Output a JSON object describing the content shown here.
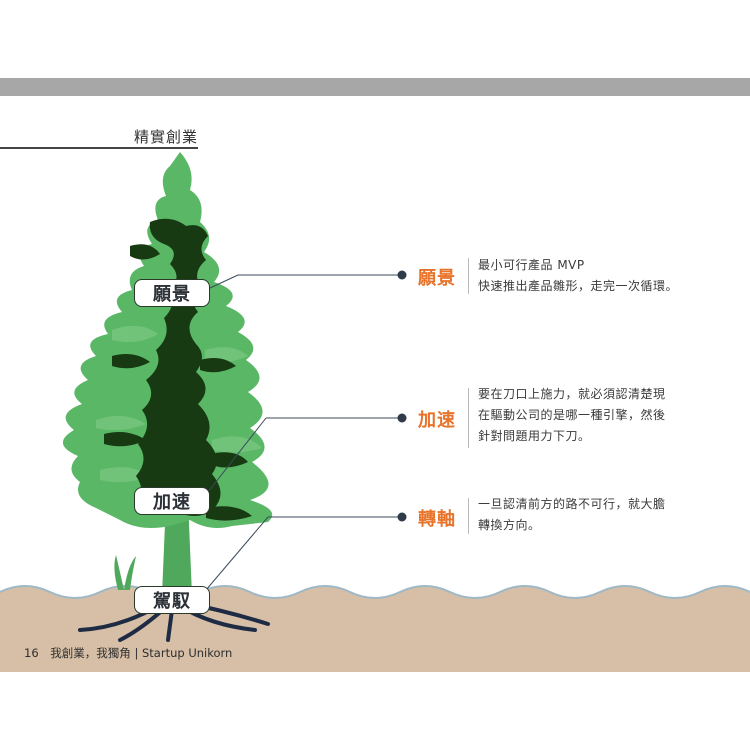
{
  "header": {
    "section_title": "精實創業"
  },
  "tree_labels": {
    "vision": "願景",
    "accelerate": "加速",
    "steer": "駕馭"
  },
  "callouts": [
    {
      "key": "願景",
      "lines": [
        "最小可行產品 MVP",
        "快速推出產品雛形，走完一次循環。"
      ]
    },
    {
      "key": "加速",
      "lines": [
        "要在刀口上施力，就必須認清楚現",
        "在驅動公司的是哪一種引擎，然後",
        "針對問題用力下刀。"
      ]
    },
    {
      "key": "轉軸",
      "lines": [
        "一旦認清前方的路不可行，就大膽",
        "轉換方向。"
      ]
    }
  ],
  "footer": {
    "page_number": "16",
    "book_title": "我創業，我獨角",
    "separator": "|",
    "english_title": "Startup Unikorn"
  },
  "colors": {
    "accent": "#e8732a",
    "soil": "#d6bfa6",
    "wave_line": "#9fb8c6",
    "foliage_light": "#59b766",
    "foliage_dark": "#173a12",
    "trunk": "#4fa85c",
    "roots": "#1e2b44",
    "top_bar": "#a7a7a7"
  }
}
